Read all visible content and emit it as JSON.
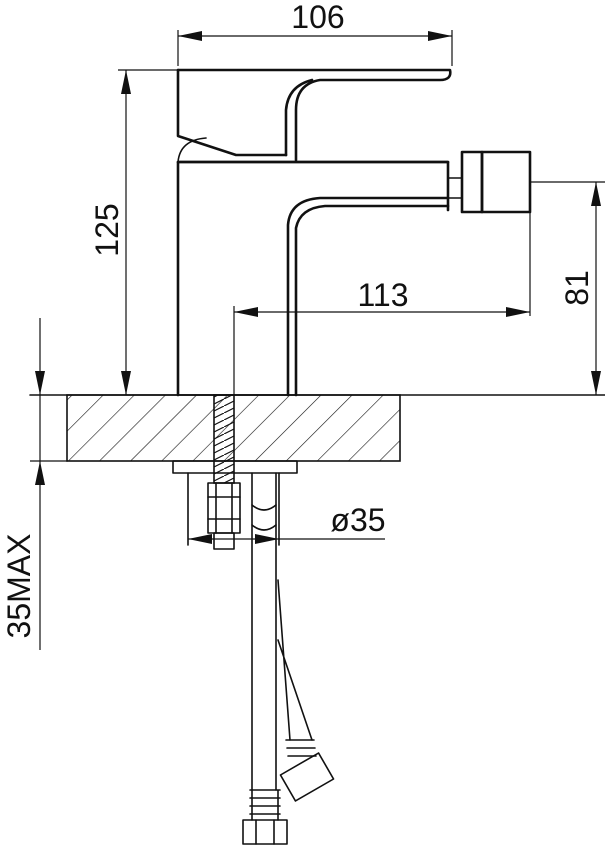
{
  "dimensions": {
    "width_top": "106",
    "height_total": "125",
    "spout_reach": "113",
    "outlet_height": "81",
    "hole_diameter": "ø35",
    "deck_thickness": "35MAX"
  }
}
